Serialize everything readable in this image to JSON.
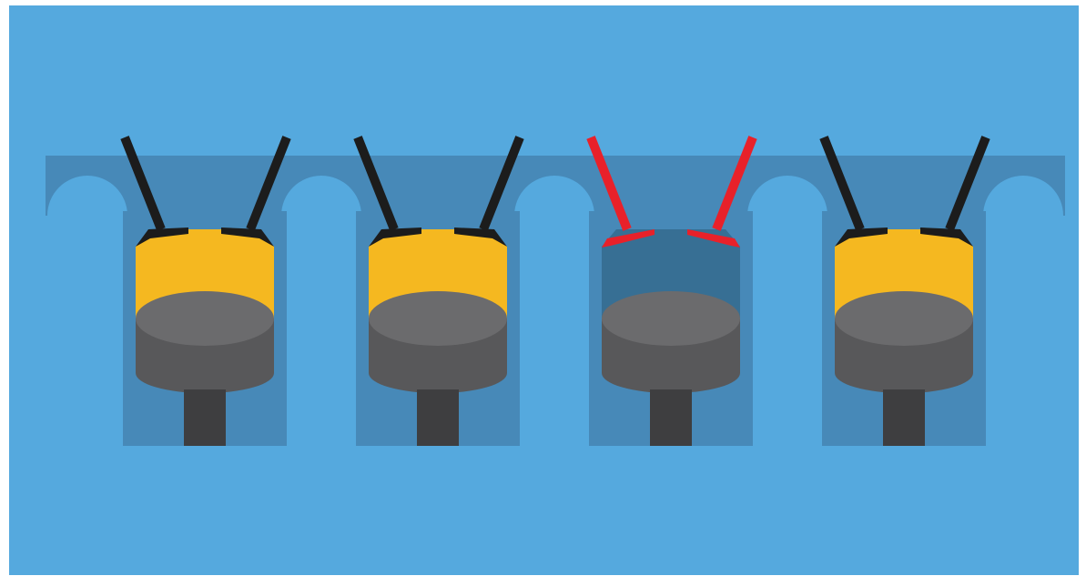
{
  "colors": {
    "frame": "#ffffff",
    "background": "#55a9de",
    "block": "#4789b8",
    "chamber_empty": "#376f94",
    "fuel_charge": "#f5b820",
    "piston_top": "#6b6b6d",
    "piston_side": "#58585a",
    "rod": "#3e3e40",
    "valve_active": "#1c1c1c",
    "valve_inactive": "#e8212a"
  },
  "cylinders": [
    {
      "label": "",
      "state": "active",
      "valve": "valve_active",
      "chamber": "fuel_charge"
    },
    {
      "label": "",
      "state": "active",
      "valve": "valve_active",
      "chamber": "fuel_charge"
    },
    {
      "label": "",
      "state": "deactivated",
      "valve": "valve_inactive",
      "chamber": "chamber_empty"
    },
    {
      "label": "",
      "state": "active",
      "valve": "valve_active",
      "chamber": "fuel_charge"
    }
  ]
}
